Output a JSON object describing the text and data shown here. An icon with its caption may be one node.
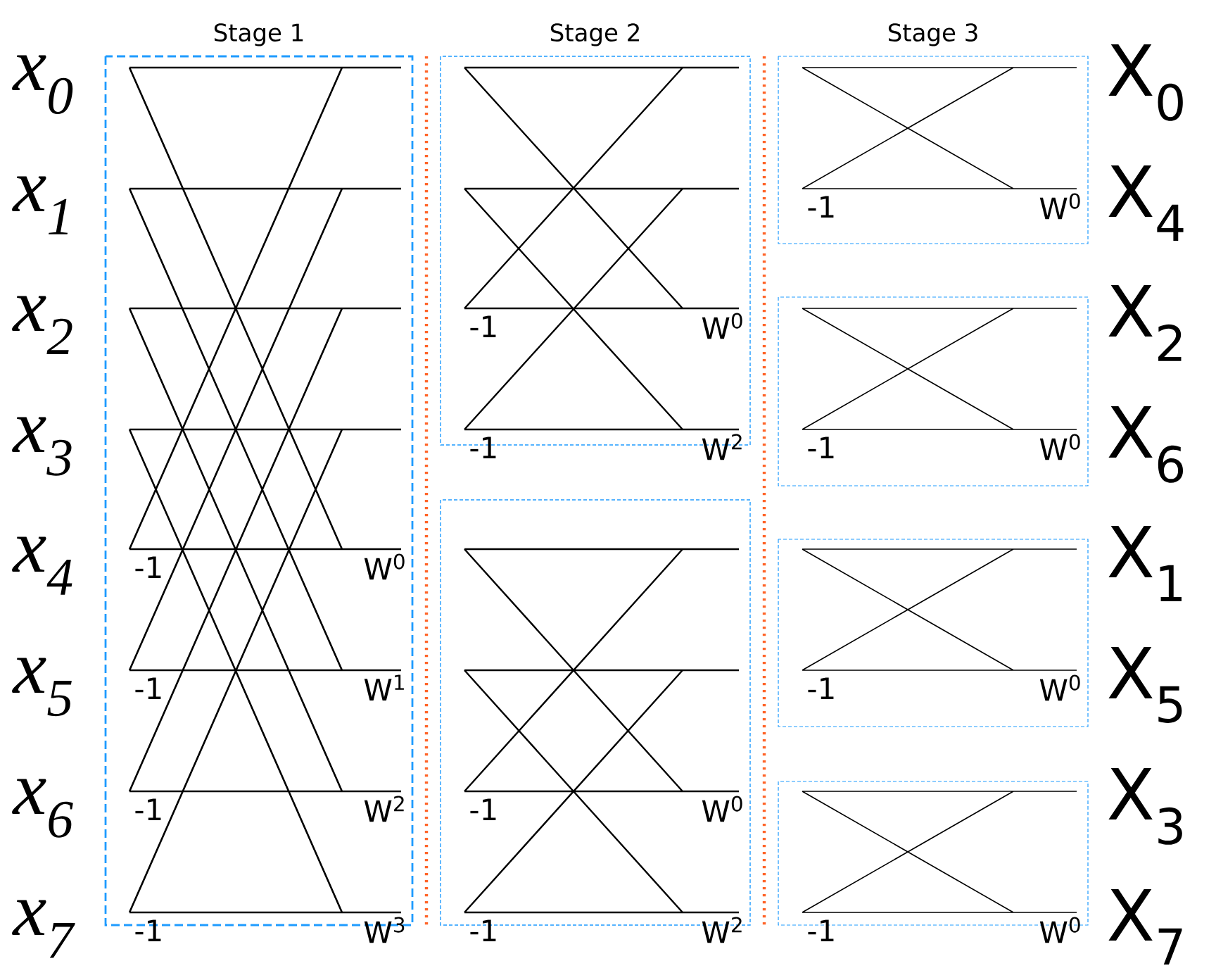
{
  "diagram": {
    "nodes": [
      {
        "text": [
          "Stage 1",
          "-1",
          "W$^{0}$",
          "-1",
          "W$^{1}$",
          "-1",
          "W$^{2}$",
          "-1",
          "W$^{3}$"
        ]
      },
      {
        "text": [
          "Stage 2",
          "-1",
          "W$^{0}$",
          "-1",
          "W$^{2}$"
        ]
      },
      {
        "text": [
          "-1",
          "W$^{0}$",
          "-1",
          "W$^{2}$"
        ]
      },
      {
        "text": [
          "Stage 3",
          "-1",
          "W$^{0}$"
        ]
      },
      {
        "text": [
          "-1",
          "W$^{0}$"
        ]
      },
      {
        "text": [
          "-1",
          "W$^{0}$"
        ]
      },
      {
        "text": [
          "-1",
          "W$^{0}$"
        ]
      }
    ],
    "labels": [
      "x$_{0}$",
      "X$_{0}$",
      "x$_{1}$",
      "X$_{4}$",
      "x$_{2}$",
      "X$_{2}$",
      "x$_{3}$",
      "X$_{6}$",
      "x$_{4}$",
      "X$_{1}$",
      "x$_{5}$",
      "X$_{5}$",
      "x$_{6}$",
      "X$_{3}$",
      "x$_{7}$",
      "X$_{7}$"
    ]
  }
}
